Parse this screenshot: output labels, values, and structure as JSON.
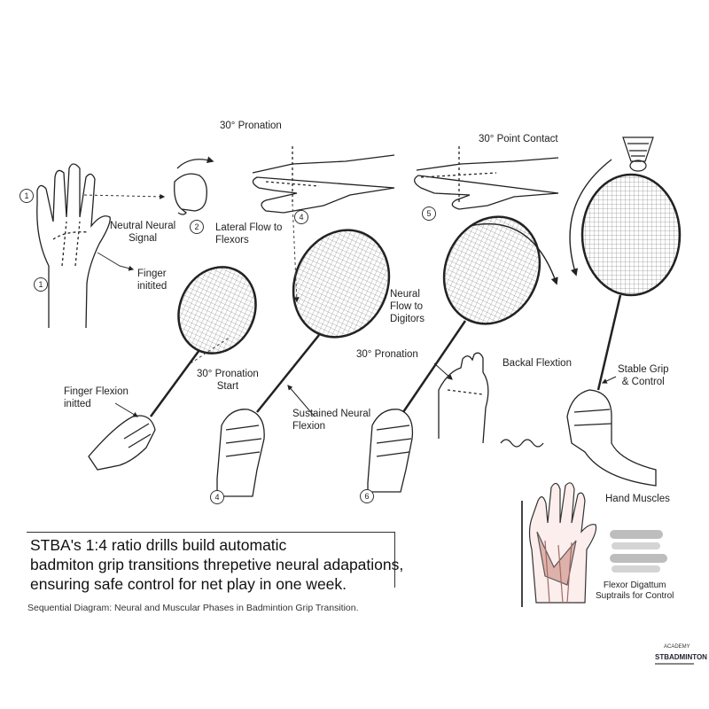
{
  "labels": {
    "pronation_top": "30° Pronation",
    "point_contact": "30° Point Contact",
    "neutral_neural": "Neutral Neural\nSignal",
    "lateral_flow": "Lateral Flow to\nFlexors",
    "finger_initied": "Finger\ninitited",
    "neural_flow": "Neural\nFlow to\nDigitors",
    "pronation_mid": "30° Pronation",
    "backal_flexion": "Backal Flextion",
    "stable_grip": "Stable Grip\n& Control",
    "finger_flexion": "Finger Flexion\ninitted",
    "pronation_start": "30° Pronation\nStart",
    "sustained_neural": "Sustained Neural\nFlexion",
    "hand_muscles": "Hand Muscles",
    "flexor_digit": "Flexor Digattum\nSuptrails for Control"
  },
  "step_numbers": {
    "n1a": "1",
    "n1b": "1",
    "n2": "2",
    "n4a": "4",
    "n5": "5",
    "n4b": "4",
    "n6": "6"
  },
  "caption": {
    "line1": "STBA's 1:4 ratio drills build automatic",
    "line2": "badmiton grip transitions threpetive neural adapations,",
    "line3": "ensuring safe control for net play in one week."
  },
  "subcaption": "Sequential Diagram: Neural and Muscular Phases in Badmintion Grip Transition.",
  "logo": {
    "top": "ACADEMY",
    "main": "STBADMINTON"
  },
  "colors": {
    "ink": "#1a1a1a",
    "muscle": "#c98b85",
    "bar": "#b5b5b5"
  }
}
